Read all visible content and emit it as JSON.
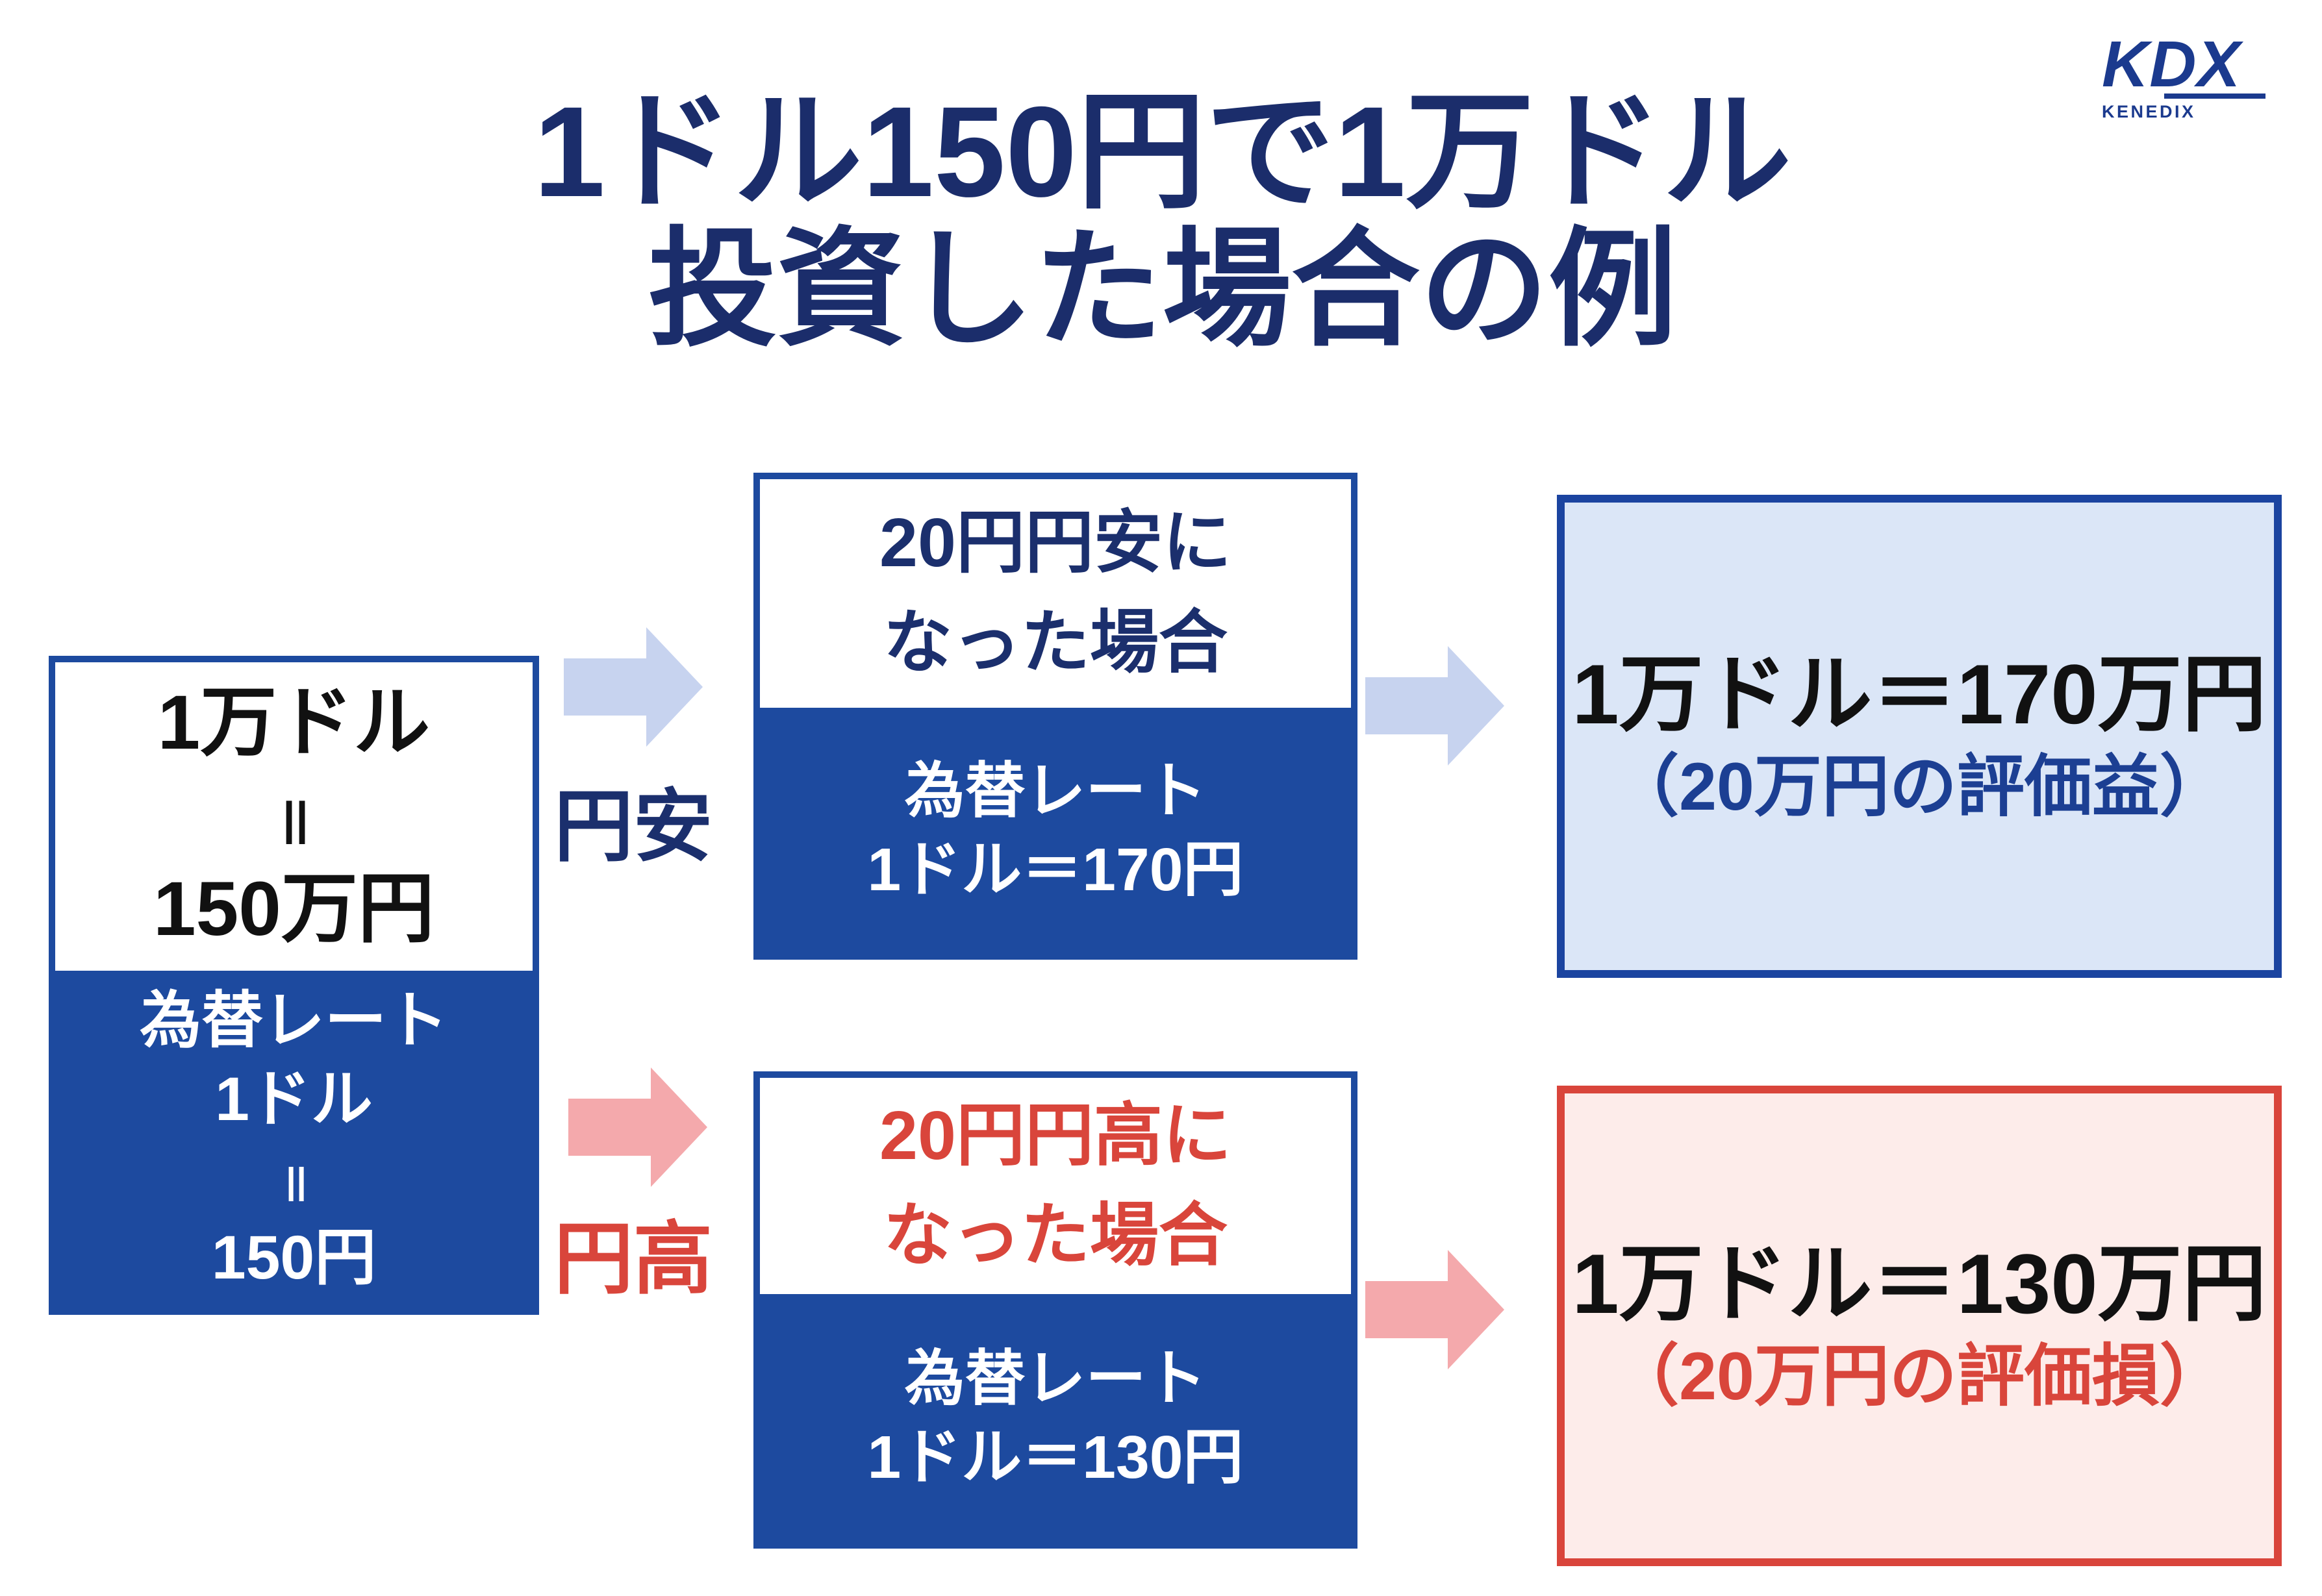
{
  "colors": {
    "primary_blue": "#1d4a9f",
    "navy_text": "#1b2f6d",
    "red": "#d9453b",
    "black_text": "#111111",
    "note_navy": "#1c3f93",
    "arrow_blue": "#c7d3ef",
    "arrow_pink": "#f4a9ac",
    "gain_box_bg": "#dbe6f7",
    "gain_box_border": "#1b44a0",
    "loss_box_bg": "#fdecea",
    "logo_navy": "#1b3a8e"
  },
  "logo": {
    "brand": "KDX",
    "subbrand": "KENEDIX"
  },
  "title": {
    "line1": "1ドル150円で1万ドル",
    "line2": "投資した場合の例"
  },
  "start_box": {
    "amount_line1": "1万ドル",
    "amount_equals": "＝",
    "amount_line2": "150万円",
    "rate_label": "為替レート",
    "rate_line1": "1ドル",
    "rate_equals": "＝",
    "rate_line2": "150円"
  },
  "yen_weak_row": {
    "flow_label": "円安",
    "case_heading1": "20円円安に",
    "case_heading2": "なった場合",
    "rate_label": "為替レート",
    "rate_value": "1ドル＝170円",
    "result_amount": "1万ドル＝170万円",
    "result_note": "（20万円の評価益）"
  },
  "yen_strong_row": {
    "flow_label": "円高",
    "case_heading1": "20円円高に",
    "case_heading2": "なった場合",
    "rate_label": "為替レート",
    "rate_value": "1ドル＝130円",
    "result_amount": "1万ドル＝130万円",
    "result_note": "（20万円の評価損）"
  }
}
